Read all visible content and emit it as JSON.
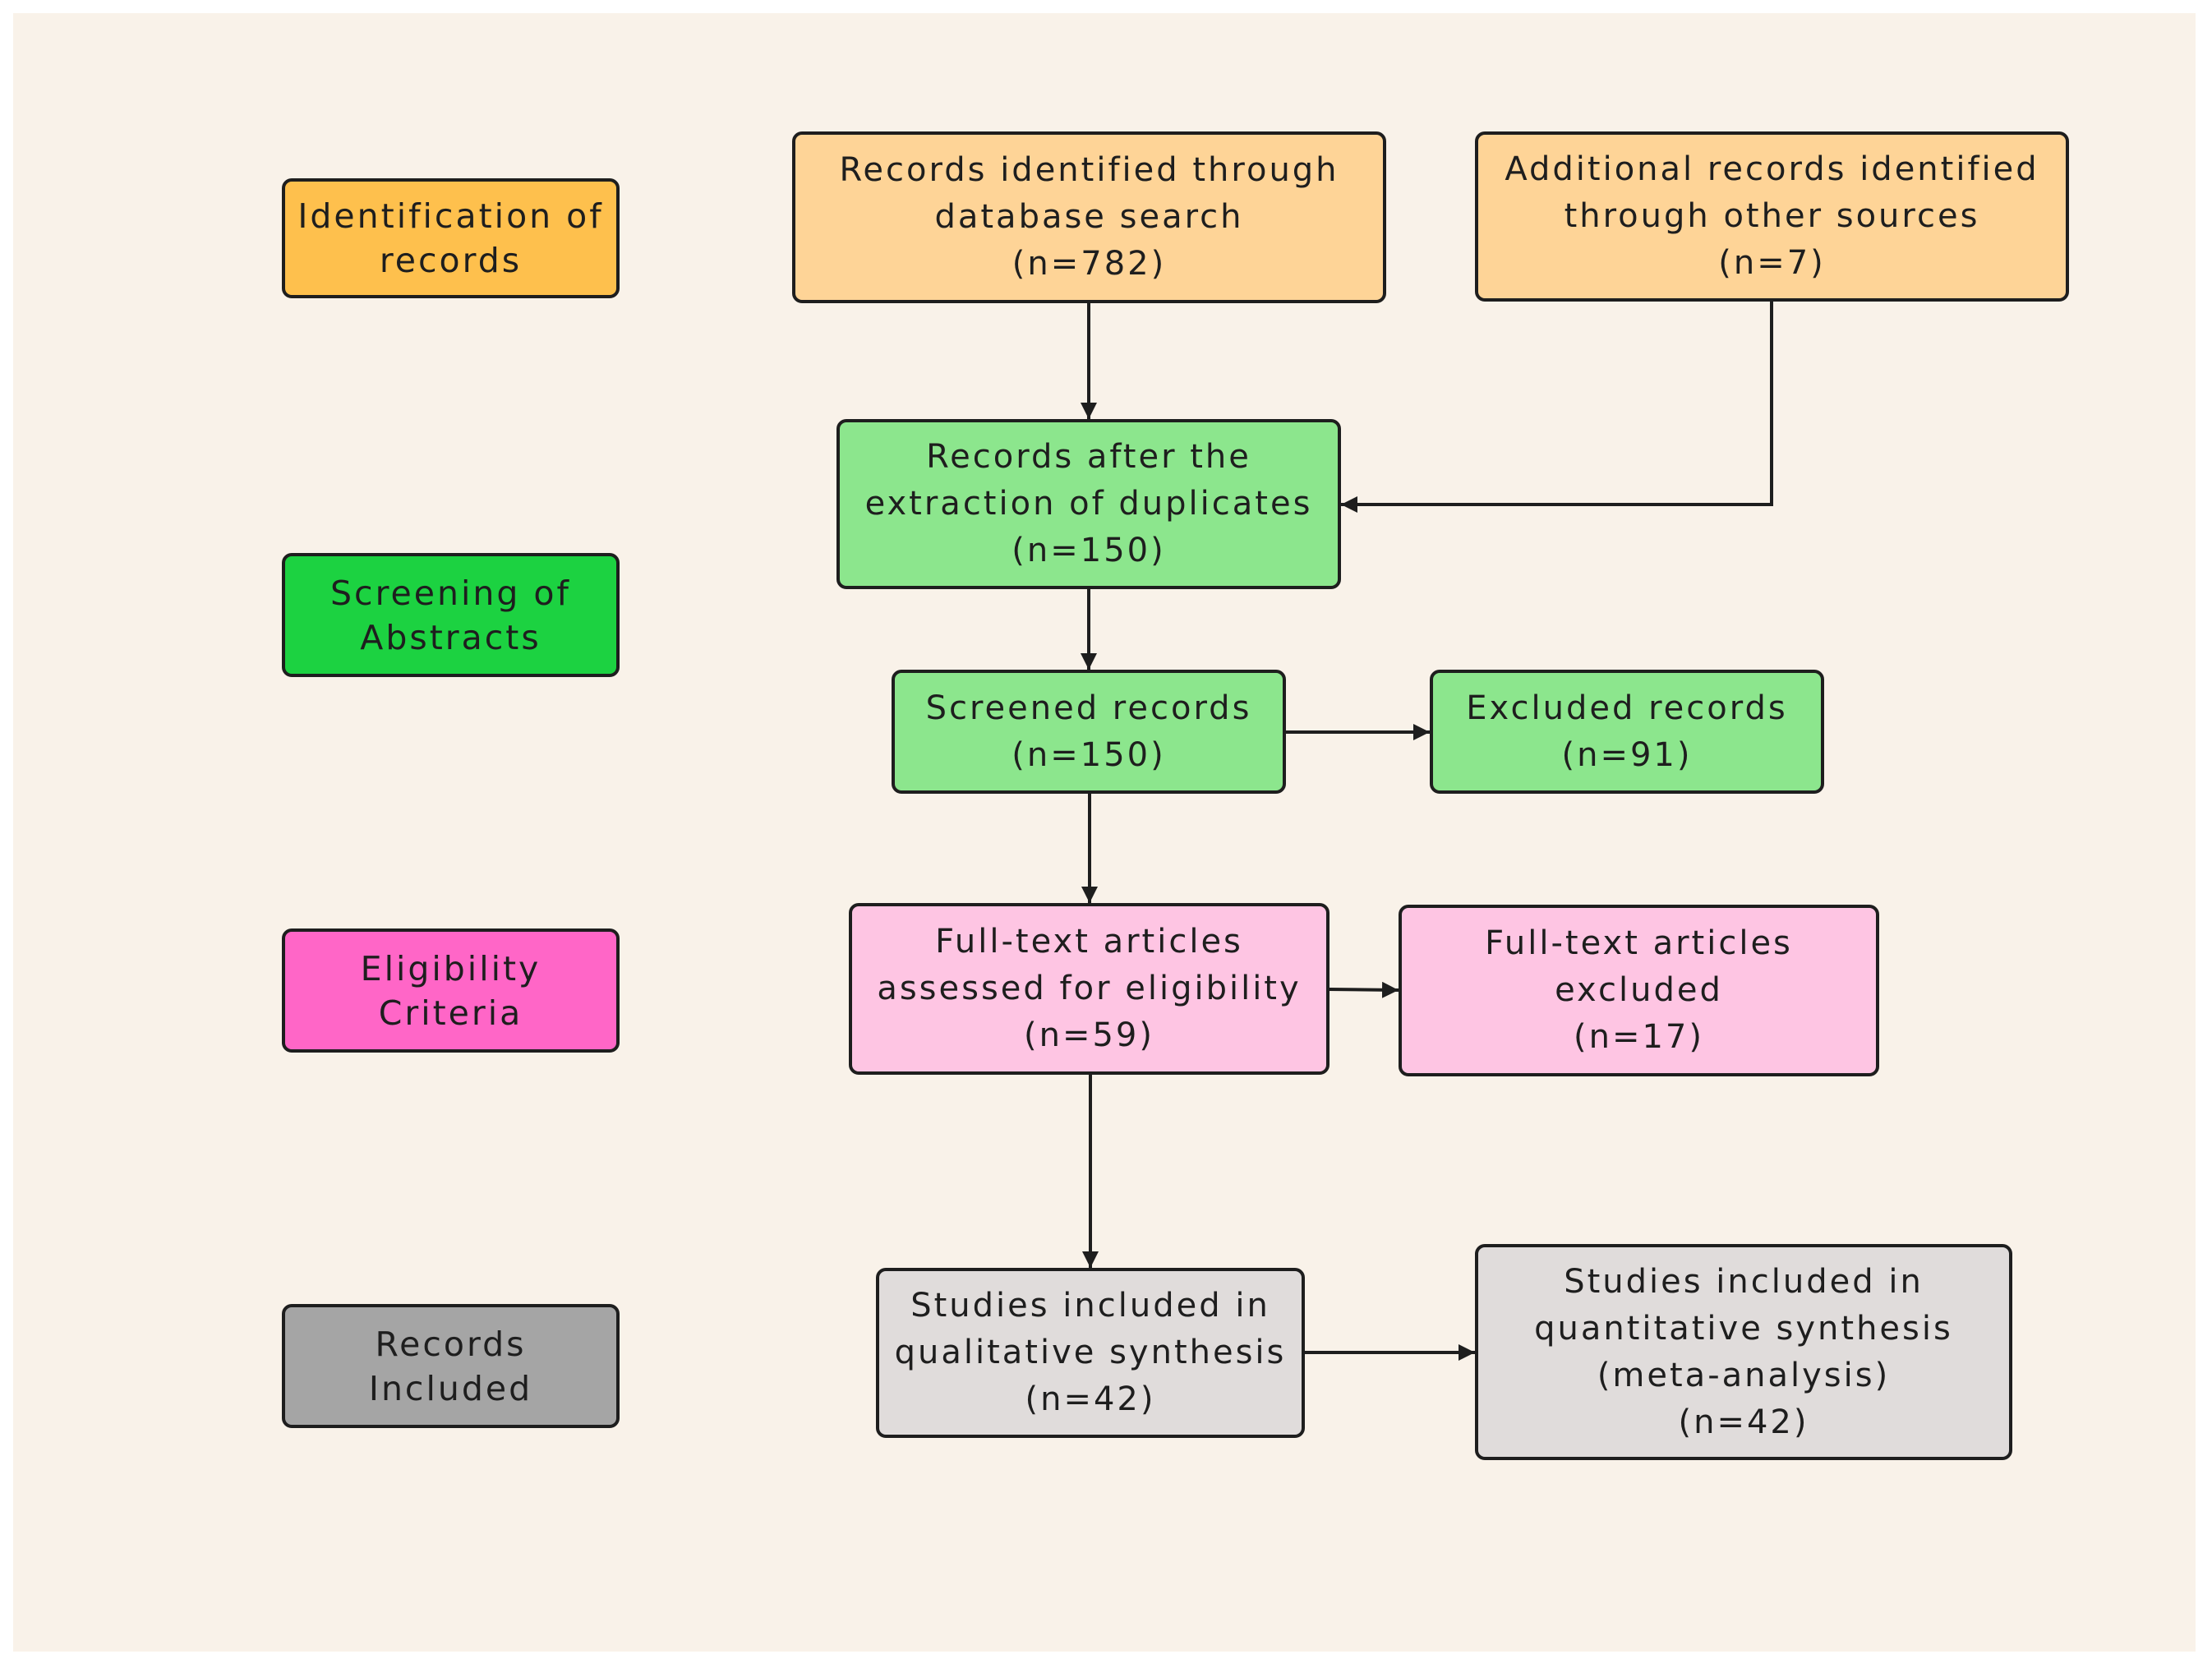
{
  "stages": {
    "identification": [
      "Identification of",
      "records"
    ],
    "screening": [
      "Screening of",
      "Abstracts"
    ],
    "eligibility": [
      "Eligibility",
      "Criteria"
    ],
    "included": [
      "Records",
      "Included"
    ]
  },
  "boxes": {
    "database_search": [
      "Records identified through",
      "database search",
      "(n=782)"
    ],
    "other_sources": [
      "Additional records identified",
      "through other sources",
      "(n=7)"
    ],
    "after_duplicates": [
      "Records after the",
      "extraction of duplicates",
      "(n=150)"
    ],
    "screened": [
      "Screened records",
      "(n=150)"
    ],
    "excluded": [
      "Excluded records",
      "(n=91)"
    ],
    "fulltext_assessed": [
      "Full-text articles",
      "assessed for eligibility",
      "(n=59)"
    ],
    "fulltext_excluded": [
      "Full-text articles",
      "excluded",
      "(n=17)"
    ],
    "qualitative": [
      "Studies included in",
      "qualitative synthesis",
      "(n=42)"
    ],
    "quantitative": [
      "Studies included in",
      "quantitative synthesis",
      "(meta-analysis)",
      "(n=42)"
    ]
  },
  "colors": {
    "background": "#f9f2e9",
    "identification_stage": "#fec04d",
    "identification_box": "#fed497",
    "screening_stage": "#1cd241",
    "screening_box": "#8ce68d",
    "eligibility_stage": "#ff66c7",
    "eligibility_box": "#fec5e3",
    "included_stage": "#a5a5a5",
    "included_box": "#e0dcdb",
    "outline": "#1e1e1e"
  }
}
